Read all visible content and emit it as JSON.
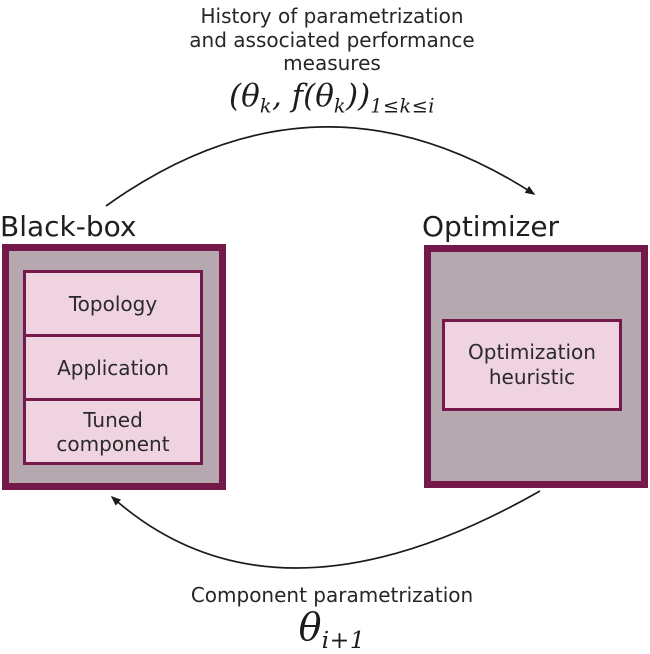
{
  "top_annotation": {
    "line1": "History of parametrization",
    "line2": "and associated performance",
    "line3": "measures",
    "formula": {
      "seg1": "(θ",
      "sub1": "k",
      "seg2": ", f(θ",
      "sub2": "k",
      "seg3": "))",
      "sub3": "1≤k≤i"
    }
  },
  "blackbox": {
    "label": "Black-box",
    "components": [
      "Topology",
      "Application",
      "Tuned component"
    ]
  },
  "optimizer": {
    "label": "Optimizer",
    "component": "Optimization heuristic"
  },
  "bottom_annotation": {
    "line1": "Component parametrization",
    "formula": {
      "seg1": "θ",
      "sub1": "i+1"
    }
  },
  "colors": {
    "box_border": "#75194a",
    "box_fill": "#b6a8af",
    "inner_fill": "#f0d3e0",
    "text": "#262626",
    "arrow": "#1a1a1a"
  }
}
